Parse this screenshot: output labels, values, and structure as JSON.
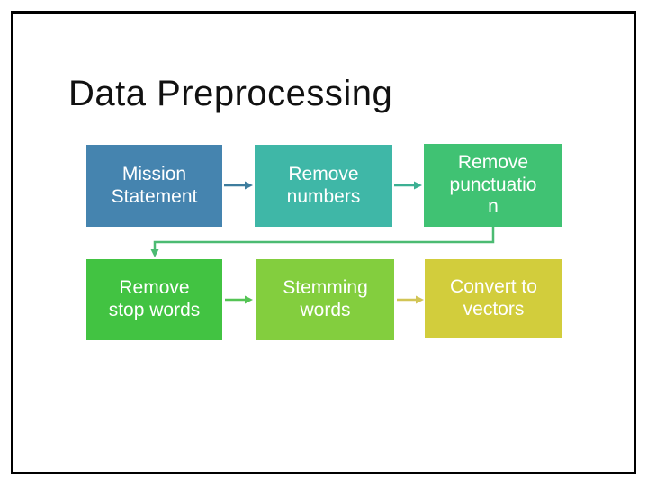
{
  "slide": {
    "title": "Data Preprocessing",
    "title_color": "#111111",
    "background_color": "#ffffff",
    "frame_border_color": "#000000"
  },
  "flowchart": {
    "box_text_color": "#ffffff",
    "boxes": [
      {
        "id": "mission-statement",
        "label": "Mission\nStatement",
        "color": "#4584af"
      },
      {
        "id": "remove-numbers",
        "label": "Remove\nnumbers",
        "color": "#3fb7a7"
      },
      {
        "id": "remove-punctuation",
        "label": "Remove\npunctuatio\nn",
        "color": "#40c273"
      },
      {
        "id": "remove-stop-words",
        "label": "Remove\nstop words",
        "color": "#42c342"
      },
      {
        "id": "stemming-words",
        "label": "Stemming\nwords",
        "color": "#83ce3e"
      },
      {
        "id": "convert-to-vectors",
        "label": "Convert to\nvectors",
        "color": "#d2cd3c"
      }
    ],
    "connectors": [
      {
        "from": "mission-statement",
        "to": "remove-numbers",
        "color": "#3e7d9e"
      },
      {
        "from": "remove-numbers",
        "to": "remove-punctuation",
        "color": "#3cb093"
      },
      {
        "from": "remove-punctuation",
        "to": "remove-stop-words",
        "color": "#4cbb72"
      },
      {
        "from": "remove-stop-words",
        "to": "stemming-words",
        "color": "#55c455"
      },
      {
        "from": "stemming-words",
        "to": "convert-to-vectors",
        "color": "#d2c556"
      }
    ]
  }
}
